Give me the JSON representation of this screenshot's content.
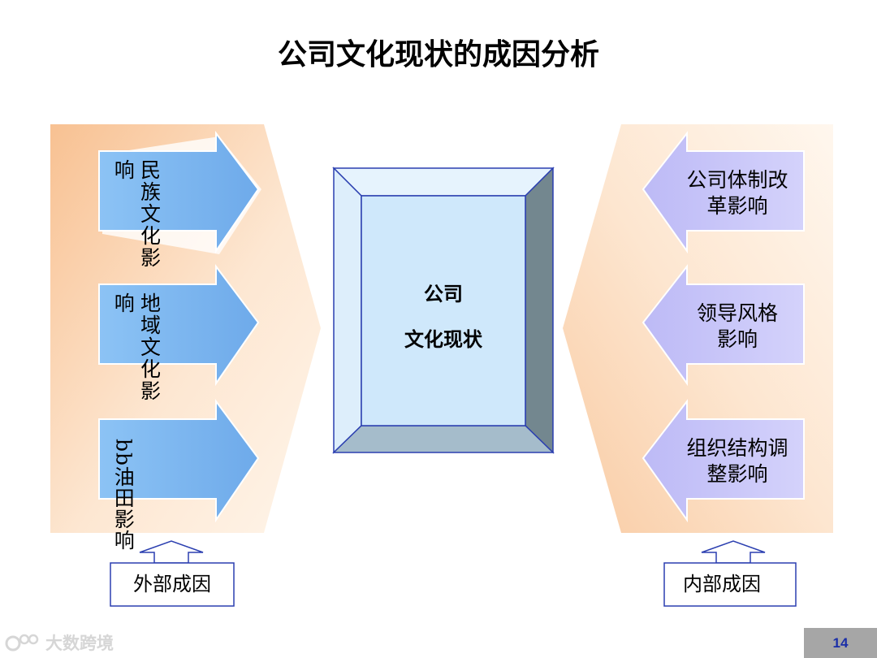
{
  "title": "公司文化现状的成因分析",
  "center": {
    "line1": "公司",
    "line2": "文化现状"
  },
  "left_arrows": [
    {
      "col1": "民族文化影",
      "col2": "响"
    },
    {
      "col1": "地域文化影",
      "col2": "响"
    },
    {
      "col1": "bb油田影响",
      "col2": ""
    }
  ],
  "right_arrows": [
    {
      "line1": "公司体制改",
      "line2": "革影响"
    },
    {
      "line1": "领导风格",
      "line2": "影响"
    },
    {
      "line1": "组织结构调",
      "line2": "整影响"
    }
  ],
  "external_label": "外部成因",
  "internal_label": "内部成因",
  "page_number": "14",
  "watermark": "大数跨境",
  "colors": {
    "left_arrow_fill": "#7fb8f2",
    "right_arrow_fill": "#c8c6f8",
    "panel_dark": "#f8c79a",
    "panel_light": "#fff6ec",
    "frame_front": "#cfe8fb",
    "frame_dark": "#73878f"
  }
}
